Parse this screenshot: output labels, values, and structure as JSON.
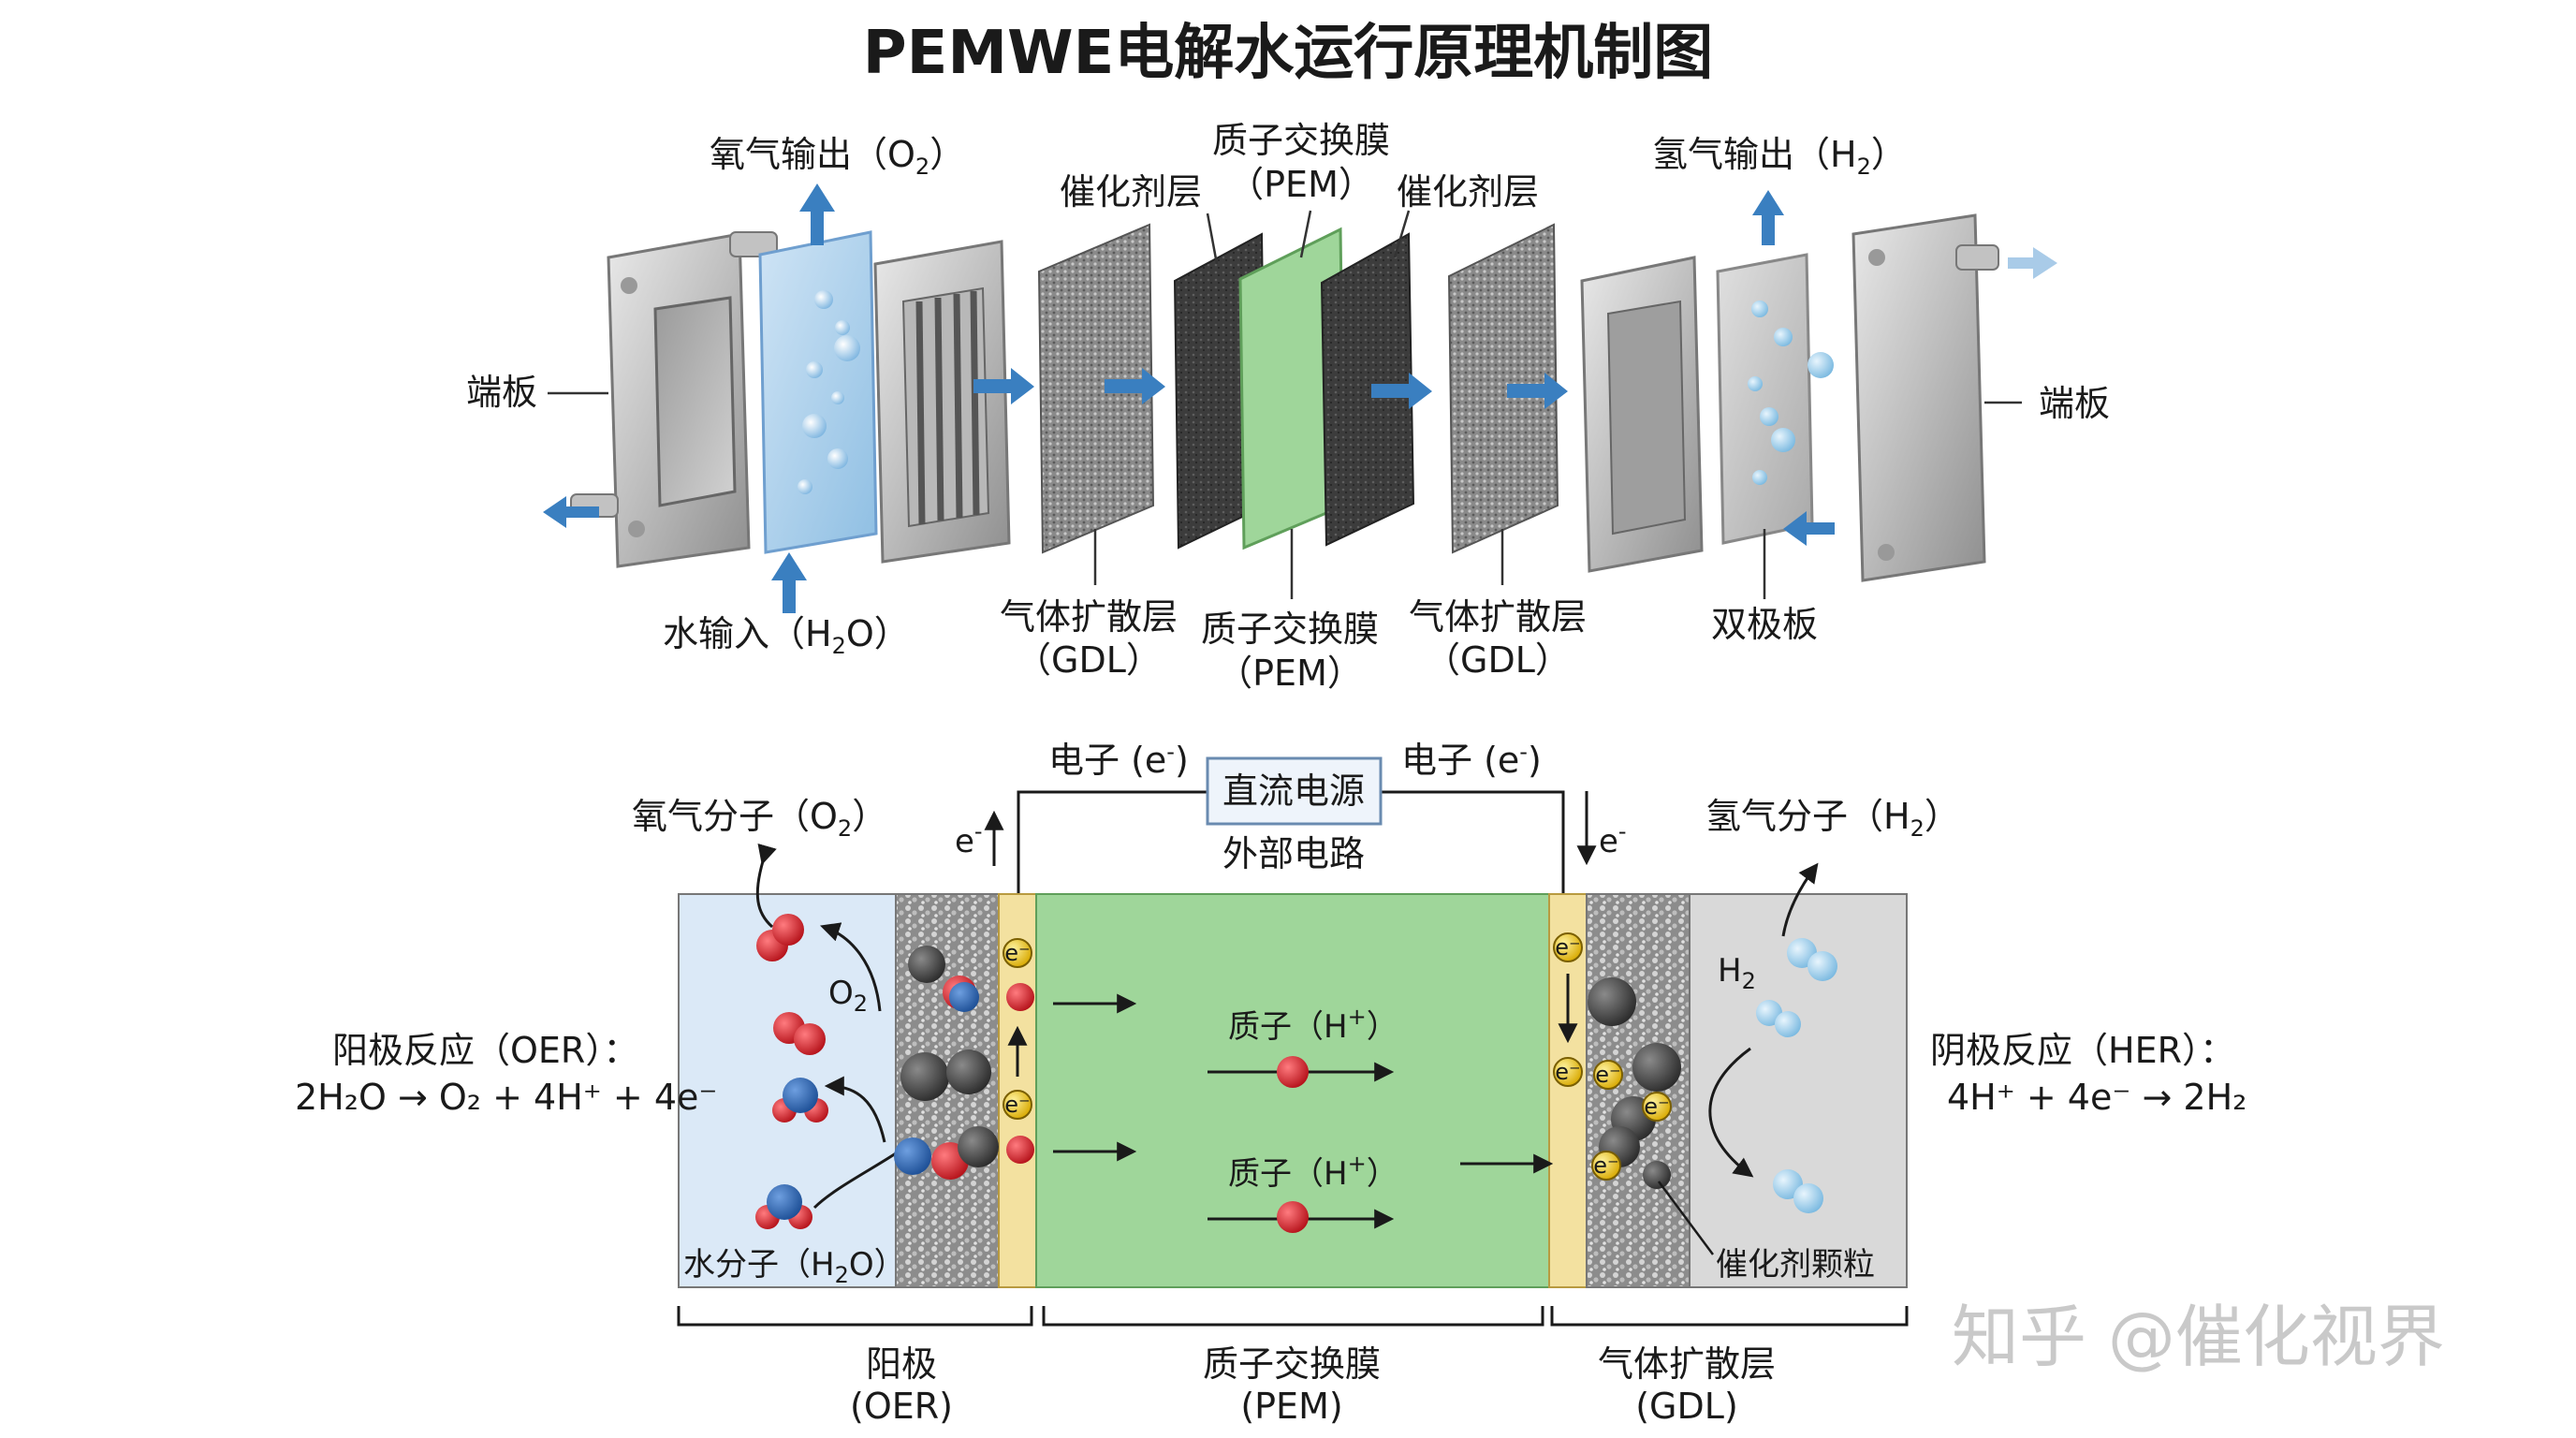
{
  "title": "PEMWE电解水运行原理机制图",
  "exploded": {
    "o2_out_main": "氧气输出（O",
    "o2_sub": "2",
    "o2_close": "）",
    "h2_out_main": "氢气输出（H",
    "h2_sub": "2",
    "h2_close": "）",
    "end_plate_left": "端板",
    "end_plate_right": "端板",
    "water_in_main": "水输入（H",
    "water_sub": "2",
    "water_close": "O）",
    "catalyst_left": "催化剂层",
    "catalyst_right": "催化剂层",
    "pem_top_line1": "质子交换膜",
    "pem_top_line2": "（PEM）",
    "gdl_left_line1": "气体扩散层",
    "gdl_left_line2": "（GDL）",
    "pem_bottom_line1": "质子交换膜",
    "pem_bottom_line2": "（PEM）",
    "gdl_right_line1": "气体扩散层",
    "gdl_right_line2": "（GDL）",
    "bipolar_plate": "双极板"
  },
  "cell": {
    "electron_left": "电子 (e",
    "electron_right": "电子 (e",
    "electron_sup": "-",
    "electron_close": ")",
    "dc_source": "直流电源",
    "external_circuit": "外部电路",
    "o2_molecule_main": "氧气分子（O",
    "o2_molecule_sub": "2",
    "o2_molecule_close": "）",
    "h2_molecule_main": "氢气分子（H",
    "h2_molecule_sub": "2",
    "h2_molecule_close": "）",
    "e_minus": "e",
    "e_sup": "-",
    "o2_local": "O",
    "o2_local_sub": "2",
    "h2_local": "H",
    "h2_local_sub": "2",
    "proton_main": "质子（H",
    "proton_sup": "+",
    "proton_close": "）",
    "water_molecule_main": "水分子（H",
    "water_molecule_sub": "2",
    "water_molecule_close": "O）",
    "catalyst_particles": "催化剂颗粒",
    "anode_reaction_title": "阳极反应（OER）：",
    "anode_reaction_eq": "2H₂O → O₂ + 4H⁺ + 4e⁻",
    "cathode_reaction_title": "阴极反应（HER）：",
    "cathode_reaction_eq": "4H⁺ + 4e⁻ → 2H₂",
    "anode_line1": "阳极",
    "anode_line2": "(OER)",
    "pem_line1": "质子交换膜",
    "pem_line2": "(PEM)",
    "gdl_line1": "气体扩散层",
    "gdl_line2": "(GDL)",
    "electron_badge": "e⁻"
  },
  "watermark": "知乎 @催化视界",
  "colors": {
    "arrow_blue": "#3a7fc0",
    "membrane_green": "#9fd69a",
    "anode_blue": "#dbe9f7",
    "cathode_grey": "#d9d9d9",
    "catalyst_yellow": "#f3e1a0",
    "oxygen_red": "#d9282f",
    "hydrogen_blue": "#2f67b0",
    "h2_light": "#a9d4ee"
  }
}
